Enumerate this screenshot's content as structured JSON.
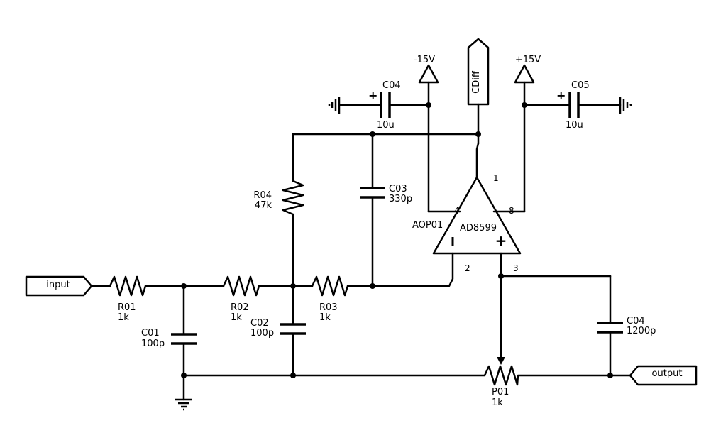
{
  "ports": {
    "input": "input",
    "output": "output",
    "cdiff": "CDiff"
  },
  "supplies": {
    "negative": "-15V",
    "positive": "+15V"
  },
  "opamp": {
    "ref": "AOP01",
    "value": "AD8599",
    "pin_output": "1",
    "pin_inv": "2",
    "pin_noninv": "3",
    "pin_vneg": "4",
    "pin_vpos": "8",
    "sign_inv": "I",
    "sign_noninv": "+"
  },
  "components": {
    "r01": {
      "ref": "R01",
      "value": "1k"
    },
    "r02": {
      "ref": "R02",
      "value": "1k"
    },
    "r03": {
      "ref": "R03",
      "value": "1k"
    },
    "r04": {
      "ref": "R04",
      "value": "47k"
    },
    "c01": {
      "ref": "C01",
      "value": "100p"
    },
    "c02": {
      "ref": "C02",
      "value": "100p"
    },
    "c03": {
      "ref": "C03",
      "value": "330p"
    },
    "c04_decouple": {
      "ref": "C04",
      "value": "10u",
      "polarity": "+"
    },
    "c05": {
      "ref": "C05",
      "value": "10u",
      "polarity": "+"
    },
    "c04_out": {
      "ref": "C04",
      "value": "1200p"
    },
    "p01": {
      "ref": "P01",
      "value": "1k"
    }
  }
}
